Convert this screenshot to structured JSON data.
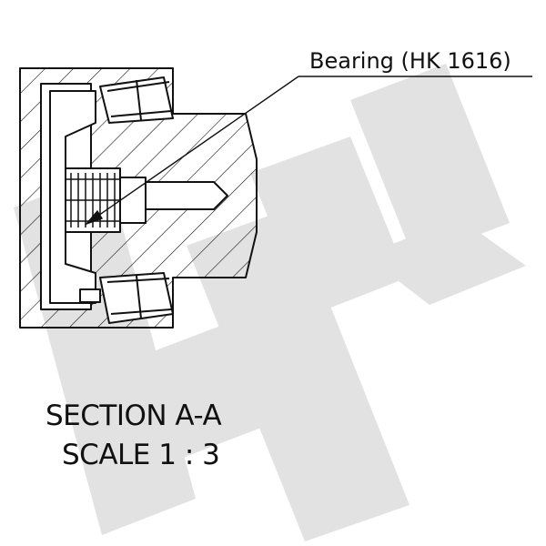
{
  "drawing": {
    "callout_label": "Bearing (HK 1616)",
    "section_title": "SECTION A-A",
    "scale_label": "SCALE 1 : 3",
    "watermark_text": "HK",
    "colors": {
      "line": "#111111",
      "watermark": "#e2e2e2",
      "background": "#ffffff"
    }
  }
}
